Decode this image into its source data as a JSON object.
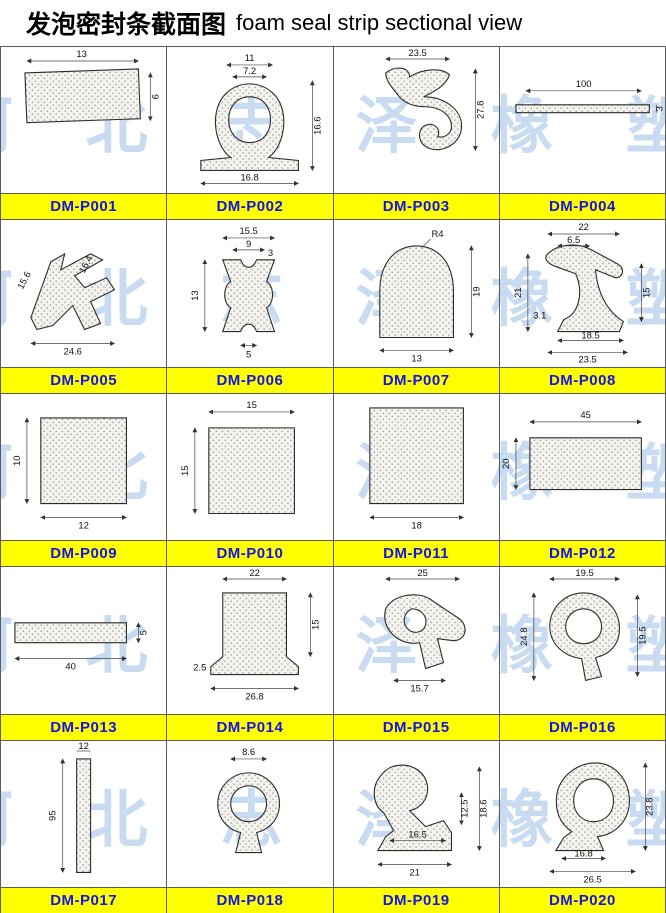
{
  "title": {
    "zh": "发泡密封条截面图",
    "en": "foam seal strip sectional view"
  },
  "watermark": "河 北 志 泽 橡 塑",
  "colors": {
    "label_bg": "#ffff00",
    "label_text": "#1414e8",
    "grid_line": "#5a5a5a",
    "watermark": "#9cc3e6"
  },
  "cells": [
    {
      "part": "DM-P001",
      "dims": [
        "13",
        "6"
      ]
    },
    {
      "part": "DM-P002",
      "dims": [
        "11",
        "7.2",
        "16.6",
        "16.8"
      ]
    },
    {
      "part": "DM-P003",
      "dims": [
        "23.5",
        "27.8"
      ]
    },
    {
      "part": "DM-P004",
      "dims": [
        "100",
        "3"
      ]
    },
    {
      "part": "DM-P005",
      "dims": [
        "15.6",
        "16.4",
        "24.6"
      ]
    },
    {
      "part": "DM-P006",
      "dims": [
        "15.5",
        "9",
        "3",
        "13",
        "5"
      ]
    },
    {
      "part": "DM-P007",
      "dims": [
        "R4",
        "19",
        "13"
      ]
    },
    {
      "part": "DM-P008",
      "dims": [
        "22",
        "6.5",
        "21",
        "3.1",
        "15",
        "18.5",
        "23.5"
      ]
    },
    {
      "part": "DM-P009",
      "dims": [
        "10",
        "12"
      ]
    },
    {
      "part": "DM-P010",
      "dims": [
        "15",
        "15"
      ]
    },
    {
      "part": "DM-P011",
      "dims": [
        "18"
      ]
    },
    {
      "part": "DM-P012",
      "dims": [
        "45",
        "20"
      ]
    },
    {
      "part": "DM-P013",
      "dims": [
        "40",
        "5"
      ]
    },
    {
      "part": "DM-P014",
      "dims": [
        "22",
        "15",
        "2.5",
        "26.8"
      ]
    },
    {
      "part": "DM-P015",
      "dims": [
        "25",
        "15.7"
      ]
    },
    {
      "part": "DM-P016",
      "dims": [
        "19.5",
        "24.8",
        "19.5"
      ]
    },
    {
      "part": "DM-P017",
      "dims": [
        "12",
        "95"
      ]
    },
    {
      "part": "DM-P018",
      "dims": [
        "8.6"
      ]
    },
    {
      "part": "DM-P019",
      "dims": [
        "12.5",
        "18.6",
        "16.5",
        "21"
      ]
    },
    {
      "part": "DM-P020",
      "dims": [
        "23.8",
        "16.8",
        "26.5"
      ]
    }
  ]
}
